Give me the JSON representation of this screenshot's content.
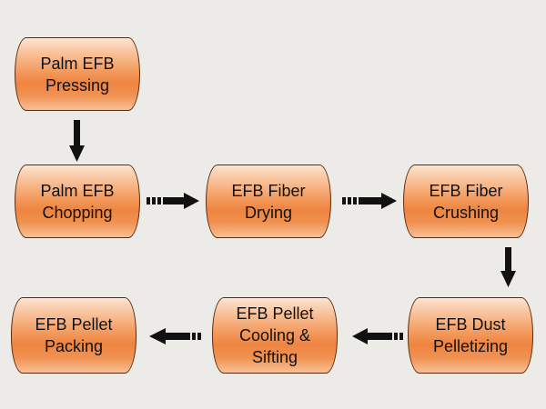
{
  "diagram": {
    "nodes": [
      {
        "id": "palm-efb-pressing",
        "label": "Palm EFB\nPressing"
      },
      {
        "id": "palm-efb-chopping",
        "label": "Palm EFB\nChopping"
      },
      {
        "id": "efb-fiber-drying",
        "label": "EFB Fiber\nDrying"
      },
      {
        "id": "efb-fiber-crushing",
        "label": "EFB Fiber\nCrushing"
      },
      {
        "id": "efb-dust-pelletizing",
        "label": "EFB Dust\nPelletizing"
      },
      {
        "id": "efb-pellet-cooling-sifting",
        "label": "EFB Pellet\nCooling &\nSifting"
      },
      {
        "id": "efb-pellet-packing",
        "label": "EFB Pellet\nPacking"
      }
    ],
    "edges": [
      {
        "from": "palm-efb-pressing",
        "to": "palm-efb-chopping"
      },
      {
        "from": "palm-efb-chopping",
        "to": "efb-fiber-drying"
      },
      {
        "from": "efb-fiber-drying",
        "to": "efb-fiber-crushing"
      },
      {
        "from": "efb-fiber-crushing",
        "to": "efb-dust-pelletizing"
      },
      {
        "from": "efb-dust-pelletizing",
        "to": "efb-pellet-cooling-sifting"
      },
      {
        "from": "efb-pellet-cooling-sifting",
        "to": "efb-pellet-packing"
      }
    ],
    "colors": {
      "background": "#ecebe8",
      "node_fill": "#f39c5f",
      "node_border": "#5a2c10",
      "arrow": "#111111"
    }
  }
}
